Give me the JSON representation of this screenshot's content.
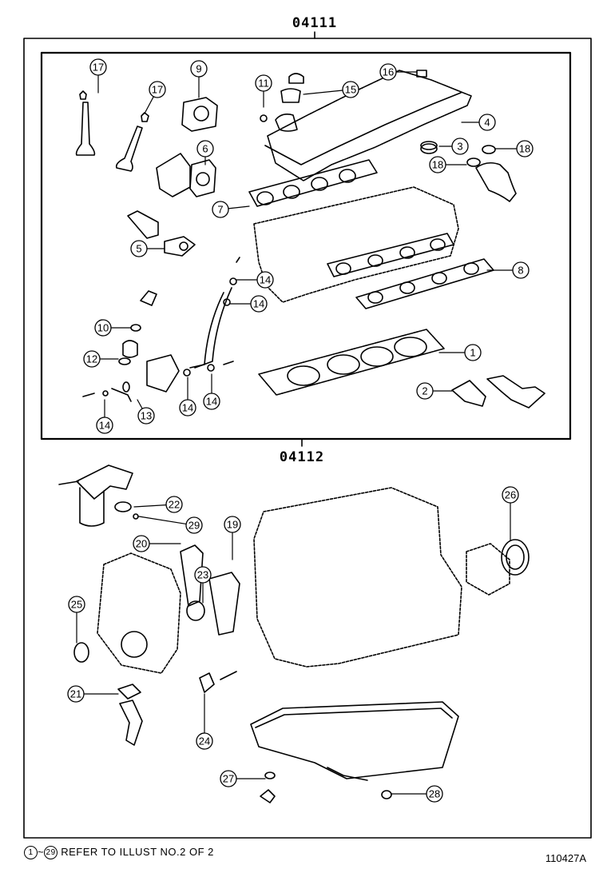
{
  "kits": {
    "top": "04111",
    "bottom": "04112"
  },
  "callouts": [
    {
      "id": "c1",
      "num": "1"
    },
    {
      "id": "c2",
      "num": "2"
    },
    {
      "id": "c3",
      "num": "3"
    },
    {
      "id": "c4",
      "num": "4"
    },
    {
      "id": "c5",
      "num": "5"
    },
    {
      "id": "c6",
      "num": "6"
    },
    {
      "id": "c7",
      "num": "7"
    },
    {
      "id": "c8",
      "num": "8"
    },
    {
      "id": "c9",
      "num": "9"
    },
    {
      "id": "c10",
      "num": "10"
    },
    {
      "id": "c11",
      "num": "11"
    },
    {
      "id": "c12",
      "num": "12"
    },
    {
      "id": "c13",
      "num": "13"
    },
    {
      "id": "c14a",
      "num": "14"
    },
    {
      "id": "c14b",
      "num": "14"
    },
    {
      "id": "c14c",
      "num": "14"
    },
    {
      "id": "c14d",
      "num": "14"
    },
    {
      "id": "c14e",
      "num": "14"
    },
    {
      "id": "c15",
      "num": "15"
    },
    {
      "id": "c16",
      "num": "16"
    },
    {
      "id": "c17a",
      "num": "17"
    },
    {
      "id": "c17b",
      "num": "17"
    },
    {
      "id": "c18a",
      "num": "18"
    },
    {
      "id": "c18b",
      "num": "18"
    },
    {
      "id": "c19",
      "num": "19"
    },
    {
      "id": "c20",
      "num": "20"
    },
    {
      "id": "c21",
      "num": "21"
    },
    {
      "id": "c22",
      "num": "22"
    },
    {
      "id": "c23",
      "num": "23"
    },
    {
      "id": "c24",
      "num": "24"
    },
    {
      "id": "c25",
      "num": "25"
    },
    {
      "id": "c26",
      "num": "26"
    },
    {
      "id": "c27",
      "num": "27"
    },
    {
      "id": "c28",
      "num": "28"
    },
    {
      "id": "c29",
      "num": "29"
    }
  ],
  "footnote": {
    "from": "1",
    "tilde": "~",
    "to": "29",
    "text": "REFER TO ILLUST NO.2 OF 2"
  },
  "figure_number": "110427A"
}
